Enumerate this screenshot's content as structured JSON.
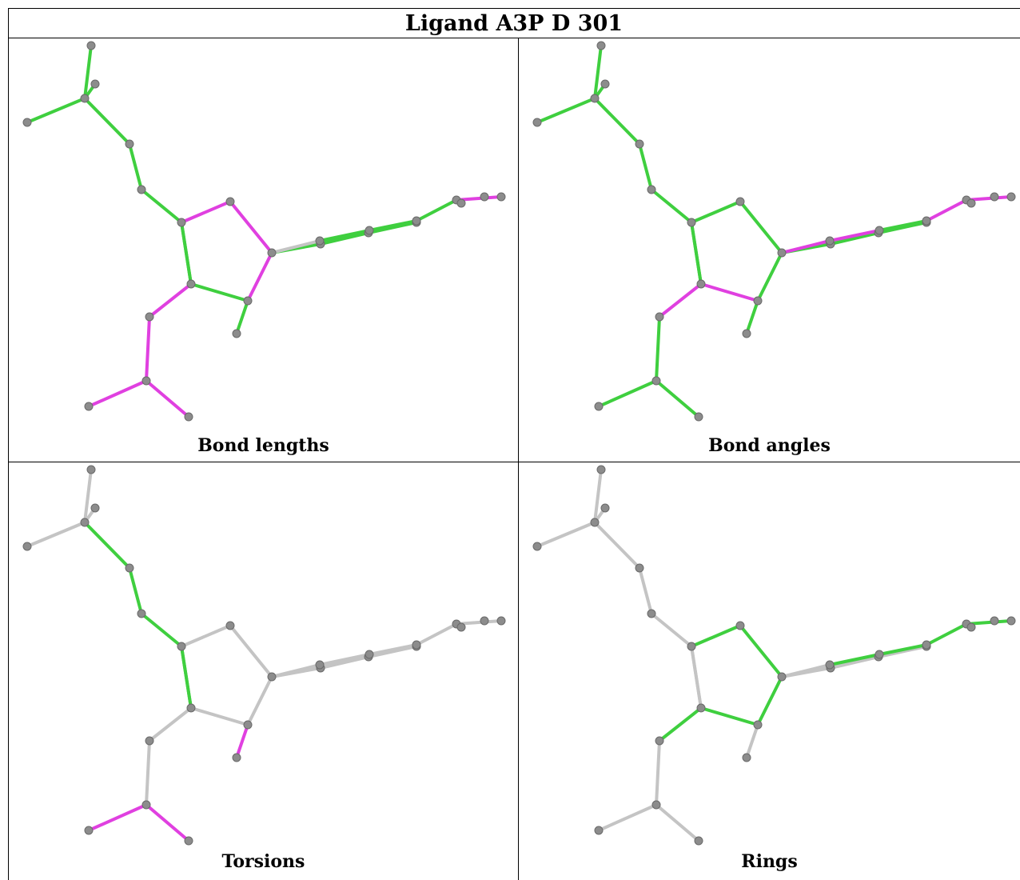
{
  "title": "Ligand A3P D 301",
  "colors": {
    "green": "#3fcf3f",
    "magenta": "#e040e0",
    "grey": "#c4c4c4",
    "atom": "#8c8c8c"
  },
  "panels": [
    {
      "caption": "Bond lengths",
      "bond_colors": [
        "green",
        "green",
        "green",
        "green",
        "green",
        "green",
        "green",
        "green",
        "green",
        "magenta",
        "magenta",
        "magenta",
        "green",
        "magenta",
        "magenta",
        "green",
        "magenta",
        "magenta",
        "green",
        "green",
        "green",
        "grey",
        "green",
        "green",
        "green",
        "magenta"
      ]
    },
    {
      "caption": "Bond angles",
      "bond_colors": [
        "green",
        "green",
        "green",
        "green",
        "green",
        "green",
        "green",
        "green",
        "green",
        "green",
        "green",
        "green",
        "magenta",
        "magenta",
        "green",
        "green",
        "green",
        "green",
        "green",
        "green",
        "green",
        "magenta",
        "magenta",
        "green",
        "magenta",
        "magenta"
      ]
    },
    {
      "caption": "Torsions",
      "bond_colors": [
        "grey",
        "grey",
        "grey",
        "green",
        "green",
        "green",
        "green",
        "green",
        "green",
        "grey",
        "grey",
        "grey",
        "grey",
        "grey",
        "grey",
        "magenta",
        "magenta",
        "magenta",
        "grey",
        "grey",
        "grey",
        "grey",
        "grey",
        "grey",
        "grey",
        "grey"
      ]
    },
    {
      "caption": "Rings",
      "bond_colors": [
        "grey",
        "grey",
        "grey",
        "grey",
        "grey",
        "grey",
        "grey",
        "grey",
        "grey",
        "green",
        "green",
        "green",
        "green",
        "green",
        "grey",
        "grey",
        "grey",
        "grey",
        "grey",
        "grey",
        "grey",
        "grey",
        "green",
        "green",
        "green",
        "green"
      ]
    }
  ]
}
